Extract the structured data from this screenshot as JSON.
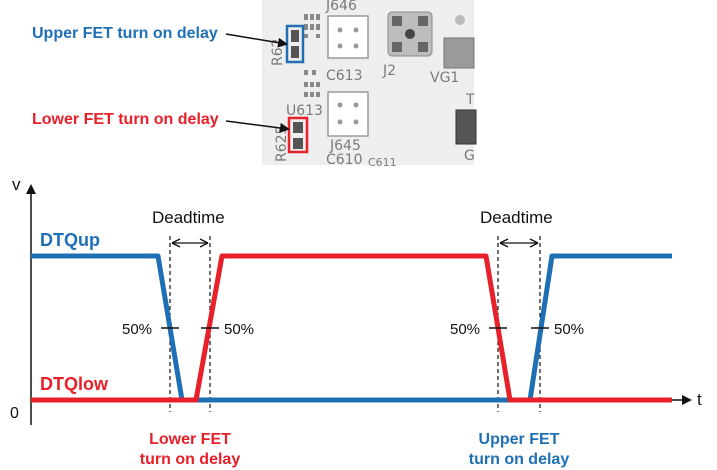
{
  "callouts": {
    "upper_fet_delay": "Upper FET turn on delay",
    "lower_fet_delay": "Lower FET turn on delay"
  },
  "pcb_silkscreen": {
    "j646": "J646",
    "j2": "J2",
    "vg1": "VG1",
    "c613": "C613",
    "u613": "U613",
    "r625": "R625",
    "r62x": "R62",
    "j645": "J645",
    "c610": "C610",
    "c611": "C611",
    "t_mark": "T",
    "g_mark": "G"
  },
  "diagram": {
    "y_axis_label": "v",
    "x_axis_label": "t",
    "origin_label": "0",
    "signal_up": "DTQup",
    "signal_low": "DTQlow",
    "deadtime_left": "Deadtime",
    "deadtime_right": "Deadtime",
    "threshold_left_a": "50%",
    "threshold_left_b": "50%",
    "threshold_right_a": "50%",
    "threshold_right_b": "50%",
    "bottom_left_line1": "Lower FET",
    "bottom_left_line2": "turn on delay",
    "bottom_right_line1": "Upper FET",
    "bottom_right_line2": "turn on delay"
  },
  "colors": {
    "upper": "#1f6fb5",
    "lower": "#e8202a",
    "axis": "#111111",
    "silkscreen": "#7a7a7a"
  }
}
